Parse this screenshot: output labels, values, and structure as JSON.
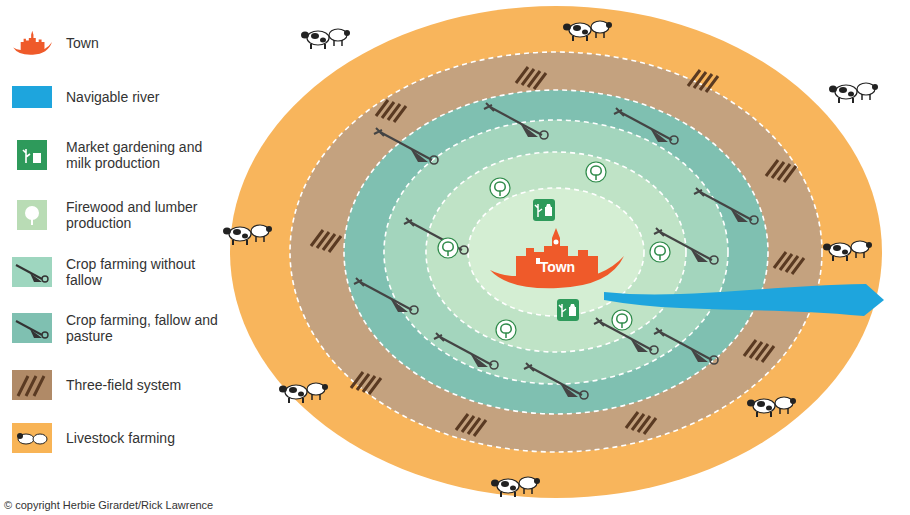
{
  "diagram": {
    "nodes": [
      {
        "text": [
          "Town"
        ]
      }
    ],
    "labels": [
      "© copyright Herbie Girardet/Rick Lawrence"
    ],
    "legend": [
      {
        "text": "Town"
      },
      {
        "text": "Navigable river",
        "color": "#1ea5dd"
      },
      {
        "text": "Market gardening and milk production",
        "color": "#2e9a5b"
      },
      {
        "text": "Firewood and lumber production",
        "color": "#b9dcb5"
      },
      {
        "text": "Crop farming without fallow",
        "color": "#9ed6bf"
      },
      {
        "text": "Crop farming, fallow and pasture",
        "color": "#7fc0b1"
      },
      {
        "text": "Three-field system",
        "color": "#b08a67"
      },
      {
        "text": "Livestock farming",
        "color": "#f8b456"
      }
    ]
  }
}
